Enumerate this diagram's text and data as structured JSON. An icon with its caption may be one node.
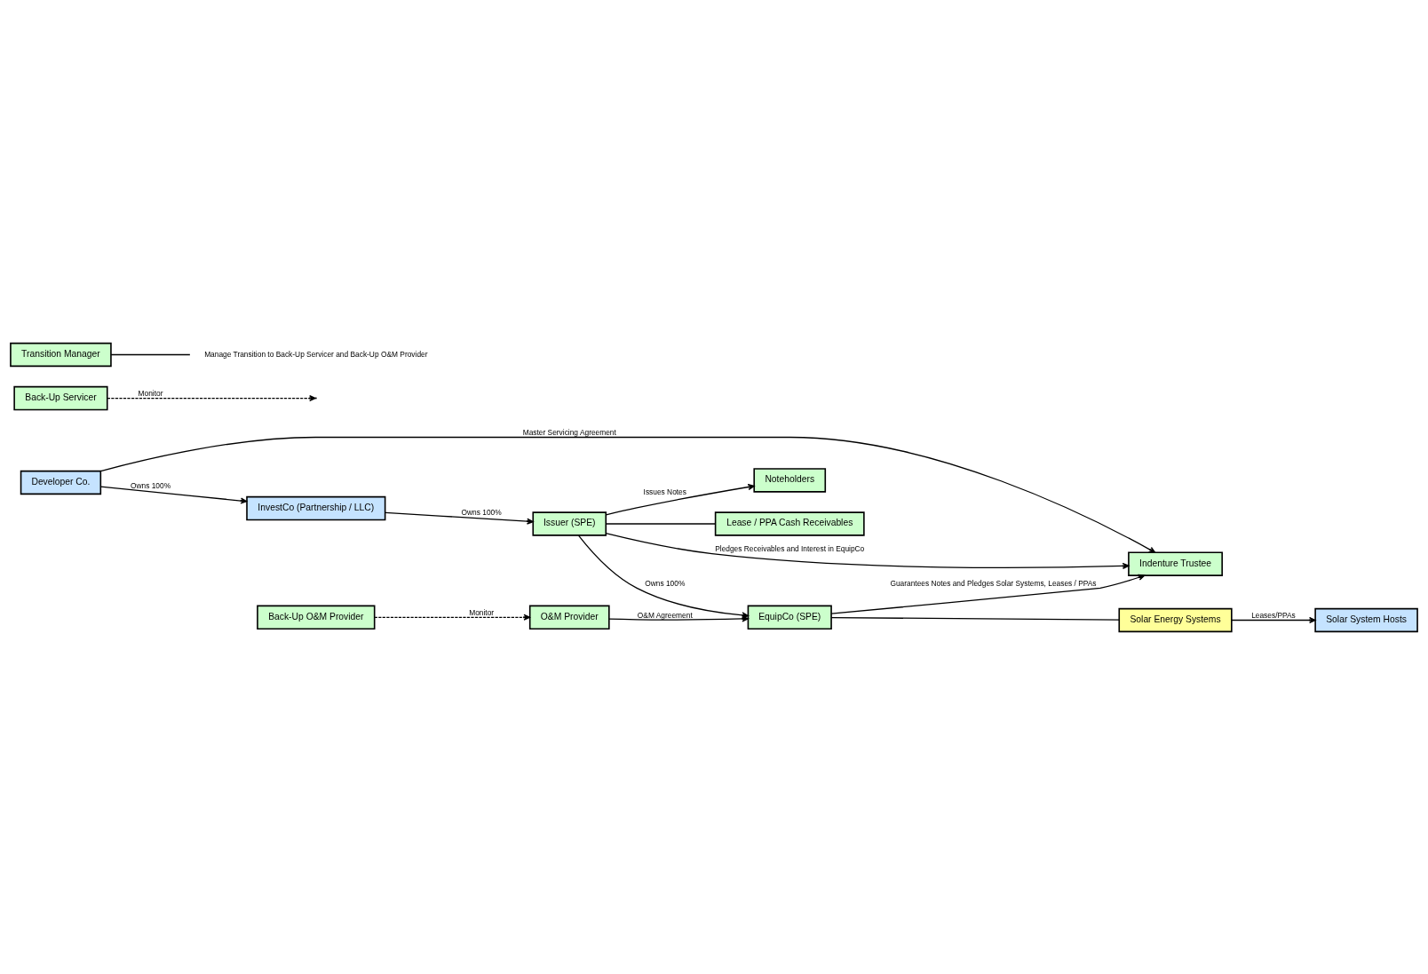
{
  "diagram": {
    "nodes": [
      {
        "text": [
          "Developer Co."
        ]
      },
      {
        "text": [
          "Back-Up Servicer"
        ]
      },
      {
        "text": [
          "Transition Manager"
        ]
      },
      {
        "text": [
          "Manage Transition to Back-Up Servicer and Back-Up O&M Provider"
        ]
      },
      {
        "text": [
          "InvestCo (Partnership / LLC)"
        ]
      },
      {
        "text": [
          "Issuer (SPE)"
        ]
      },
      {
        "text": [
          "Noteholders"
        ]
      },
      {
        "text": [
          "Lease / PPA Cash Receivables"
        ]
      },
      {
        "text": [
          "O&M Provider"
        ]
      },
      {
        "text": [
          "Back-Up O&M Provider"
        ]
      },
      {
        "text": [
          "Indenture Trustee"
        ]
      },
      {
        "text": [
          "EquipCo (SPE)"
        ]
      },
      {
        "text": [
          "Solar Energy Systems"
        ]
      },
      {
        "text": [
          "Solar System Hosts"
        ]
      }
    ],
    "edges": [
      {
        "from": 0,
        "to": 4,
        "arrow": "to",
        "label": "Owns 100%"
      },
      {
        "from": 0,
        "to": 10,
        "arrow": "to",
        "label": "Master Servicing Agreement"
      },
      {
        "from": 1,
        "to": null,
        "arrow": "to",
        "label": "Monitor",
        "style": "dashed"
      },
      {
        "from": 2,
        "to": 3,
        "arrow": "none"
      },
      {
        "from": 4,
        "to": 5,
        "arrow": "to",
        "label": "Owns 100%"
      },
      {
        "from": 5,
        "to": 6,
        "arrow": "to",
        "label": "Issues Notes"
      },
      {
        "from": 5,
        "to": 10,
        "arrow": "to",
        "label": "Pledges Receivables and Interest in EquipCo"
      },
      {
        "from": 5,
        "to": 7,
        "arrow": "none"
      },
      {
        "from": 5,
        "to": 11,
        "arrow": "to",
        "label": "Owns 100%"
      },
      {
        "from": 9,
        "to": 8,
        "arrow": "to",
        "label": "Monitor",
        "style": "dashed"
      },
      {
        "from": 8,
        "to": 11,
        "arrow": "to",
        "label": "O&M Agreement"
      },
      {
        "from": 11,
        "to": 10,
        "arrow": "to",
        "label": "Guarantees Notes and Pledges Solar Systems, Leases / PPAs"
      },
      {
        "from": 11,
        "to": 12,
        "arrow": "none"
      },
      {
        "from": 12,
        "to": 13,
        "arrow": "to",
        "label": "Leases/PPAs"
      }
    ]
  }
}
